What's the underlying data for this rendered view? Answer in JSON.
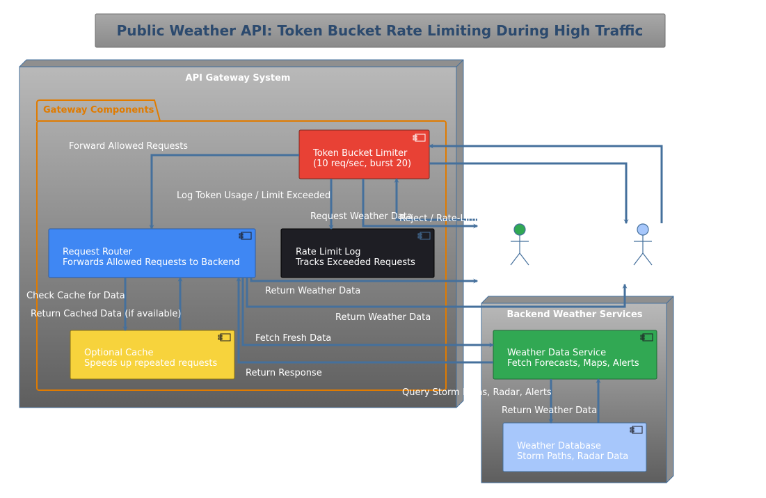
{
  "title": "Public Weather API: Token Bucket Rate Limiting During High Traffic",
  "nodes": {
    "gateway": {
      "title": "API Gateway System"
    },
    "backend": {
      "title": "Backend Weather Services"
    }
  },
  "package": {
    "title": "Gateway Components"
  },
  "components": {
    "limiter": {
      "line1": "Token Bucket Limiter",
      "line2": "(10 req/sec, burst 20)",
      "color": "#e84135"
    },
    "router": {
      "line1": "Request Router",
      "line2": "Forwards Allowed Requests to Backend",
      "color": "#3f87f3"
    },
    "ratelog": {
      "line1": "Rate Limit Log",
      "line2": "Tracks Exceeded Requests",
      "color": "#1e1e24"
    },
    "cache": {
      "line1": "Optional Cache",
      "line2": "Speeds up repeated requests",
      "color": "#f7d33c"
    },
    "weather": {
      "line1": "Weather Data Service",
      "line2": "Fetch Forecasts, Maps, Alerts",
      "color": "#31a853"
    },
    "db": {
      "line1": "Weather Database",
      "line2": "Storm Paths, Radar Data",
      "color": "#a7c7fb"
    }
  },
  "actors": {
    "green": {
      "color": "#31a853"
    },
    "blue": {
      "color": "#a7c7fb"
    }
  },
  "edges": {
    "forward_allowed": "Forward Allowed Requests",
    "log_usage": "Log Token Usage / Limit Exceeded",
    "request_weather": "Request Weather Data",
    "reject": "Reject / Rate-Limit",
    "return_weather_1": "Return Weather Data",
    "return_weather_2": "Return Weather Data",
    "check_cache": "Check Cache for Data",
    "return_cached": "Return Cached Data (if available)",
    "fetch_fresh": "Fetch Fresh Data",
    "return_response": "Return Response",
    "query_storm": "Query Storm Paths, Radar, Alerts",
    "return_weather_db": "Return Weather Data"
  }
}
